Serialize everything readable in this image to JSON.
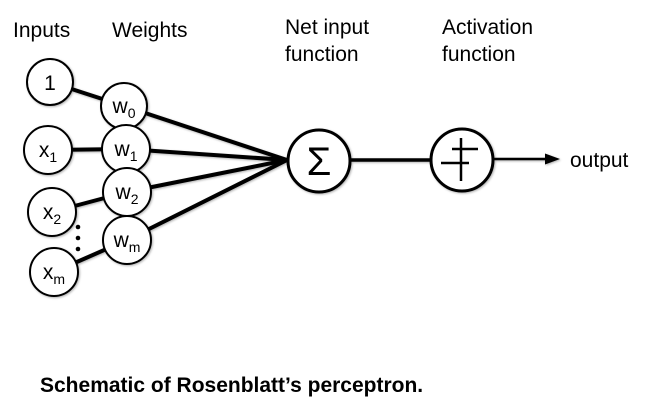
{
  "diagram": {
    "column_labels": {
      "inputs": "Inputs",
      "weights": "Weights",
      "net_input_line1": "Net input",
      "net_input_line2": "function",
      "activation_line1": "Activation",
      "activation_line2": "function"
    },
    "input_nodes": [
      {
        "label": "1",
        "sub": ""
      },
      {
        "label": "x",
        "sub": "1"
      },
      {
        "label": "x",
        "sub": "2"
      },
      {
        "label": "x",
        "sub": "m"
      }
    ],
    "weight_nodes": [
      {
        "label": "w",
        "sub": "0"
      },
      {
        "label": "w",
        "sub": "1"
      },
      {
        "label": "w",
        "sub": "2"
      },
      {
        "label": "w",
        "sub": "m"
      }
    ],
    "sum_symbol": "Σ",
    "output_label": "output",
    "caption": "Schematic of Rosenblatt’s perceptron.",
    "colors": {
      "stroke": "#000000",
      "background": "#ffffff"
    }
  }
}
